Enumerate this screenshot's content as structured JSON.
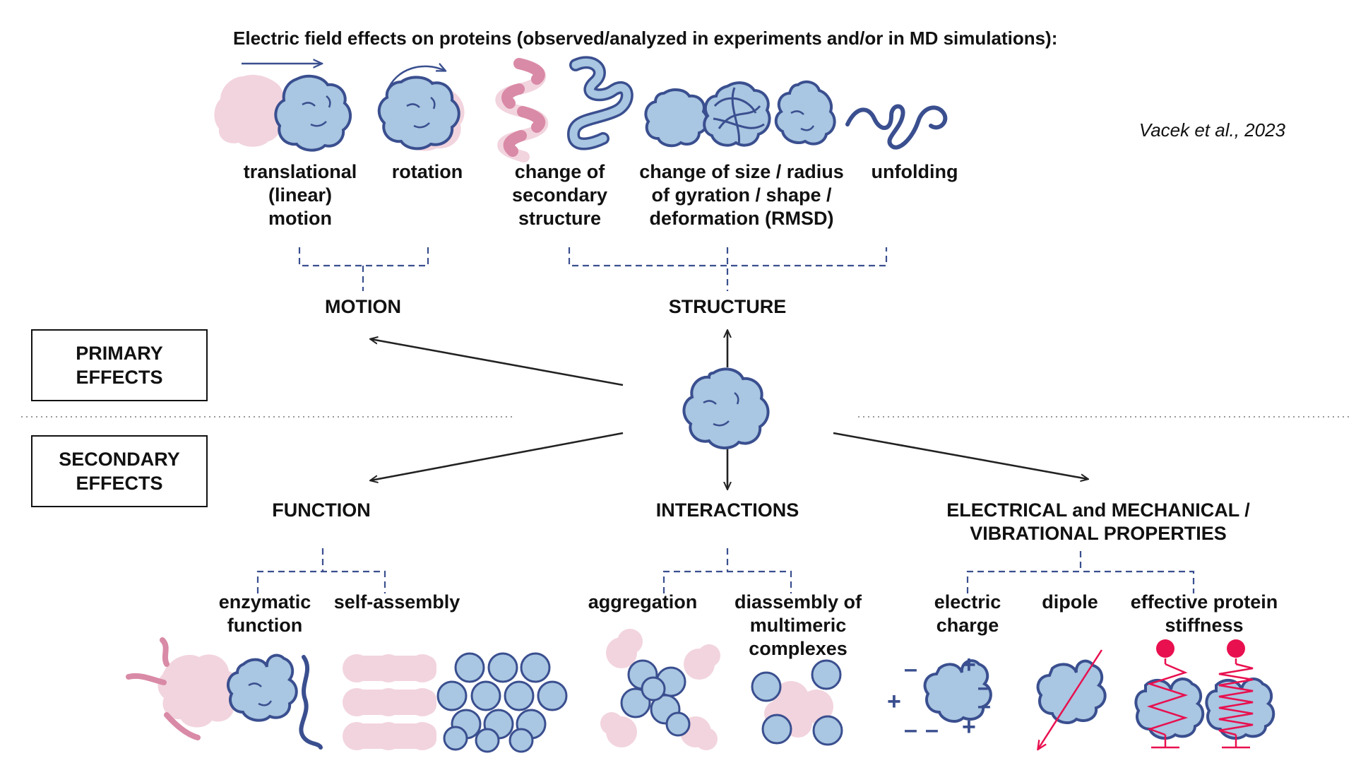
{
  "title": "Electric field effects on proteins (observed/analyzed in experiments and/or in MD simulations):",
  "citation": "Vacek et al., 2023",
  "levels": {
    "primary": "PRIMARY\nEFFECTS",
    "secondary": "SECONDARY\nEFFECTS"
  },
  "primary_effects": {
    "translational": "translational\n(linear)\nmotion",
    "rotation": "rotation",
    "secondary_structure": "change of\nsecondary\nstructure",
    "size_shape": "change of size / radius\nof gyration / shape /\ndeformation (RMSD)",
    "unfolding": "unfolding"
  },
  "categories": {
    "motion": "MOTION",
    "structure": "STRUCTURE",
    "function": "FUNCTION",
    "interactions": "INTERACTIONS",
    "properties": "ELECTRICAL and MECHANICAL /\nVIBRATIONAL PROPERTIES"
  },
  "secondary_effects": {
    "enzymatic": "enzymatic\nfunction",
    "self_assembly": "self-assembly",
    "aggregation": "aggregation",
    "disassembly": "diassembly of\nmultimeric\ncomplexes",
    "electric_charge": "electric\ncharge",
    "dipole": "dipole",
    "stiffness": "effective protein\nstiffness"
  },
  "charge_symbols": {
    "plus": "+",
    "minus": "–"
  },
  "colors": {
    "protein_fill": "#a9c6e2",
    "protein_stroke": "#3a4f8f",
    "pink": "#f2d4de",
    "pink_dark": "#d98aa6",
    "arrow": "#222222",
    "dashed": "#3a4f8f",
    "spring": "#e8104f"
  }
}
